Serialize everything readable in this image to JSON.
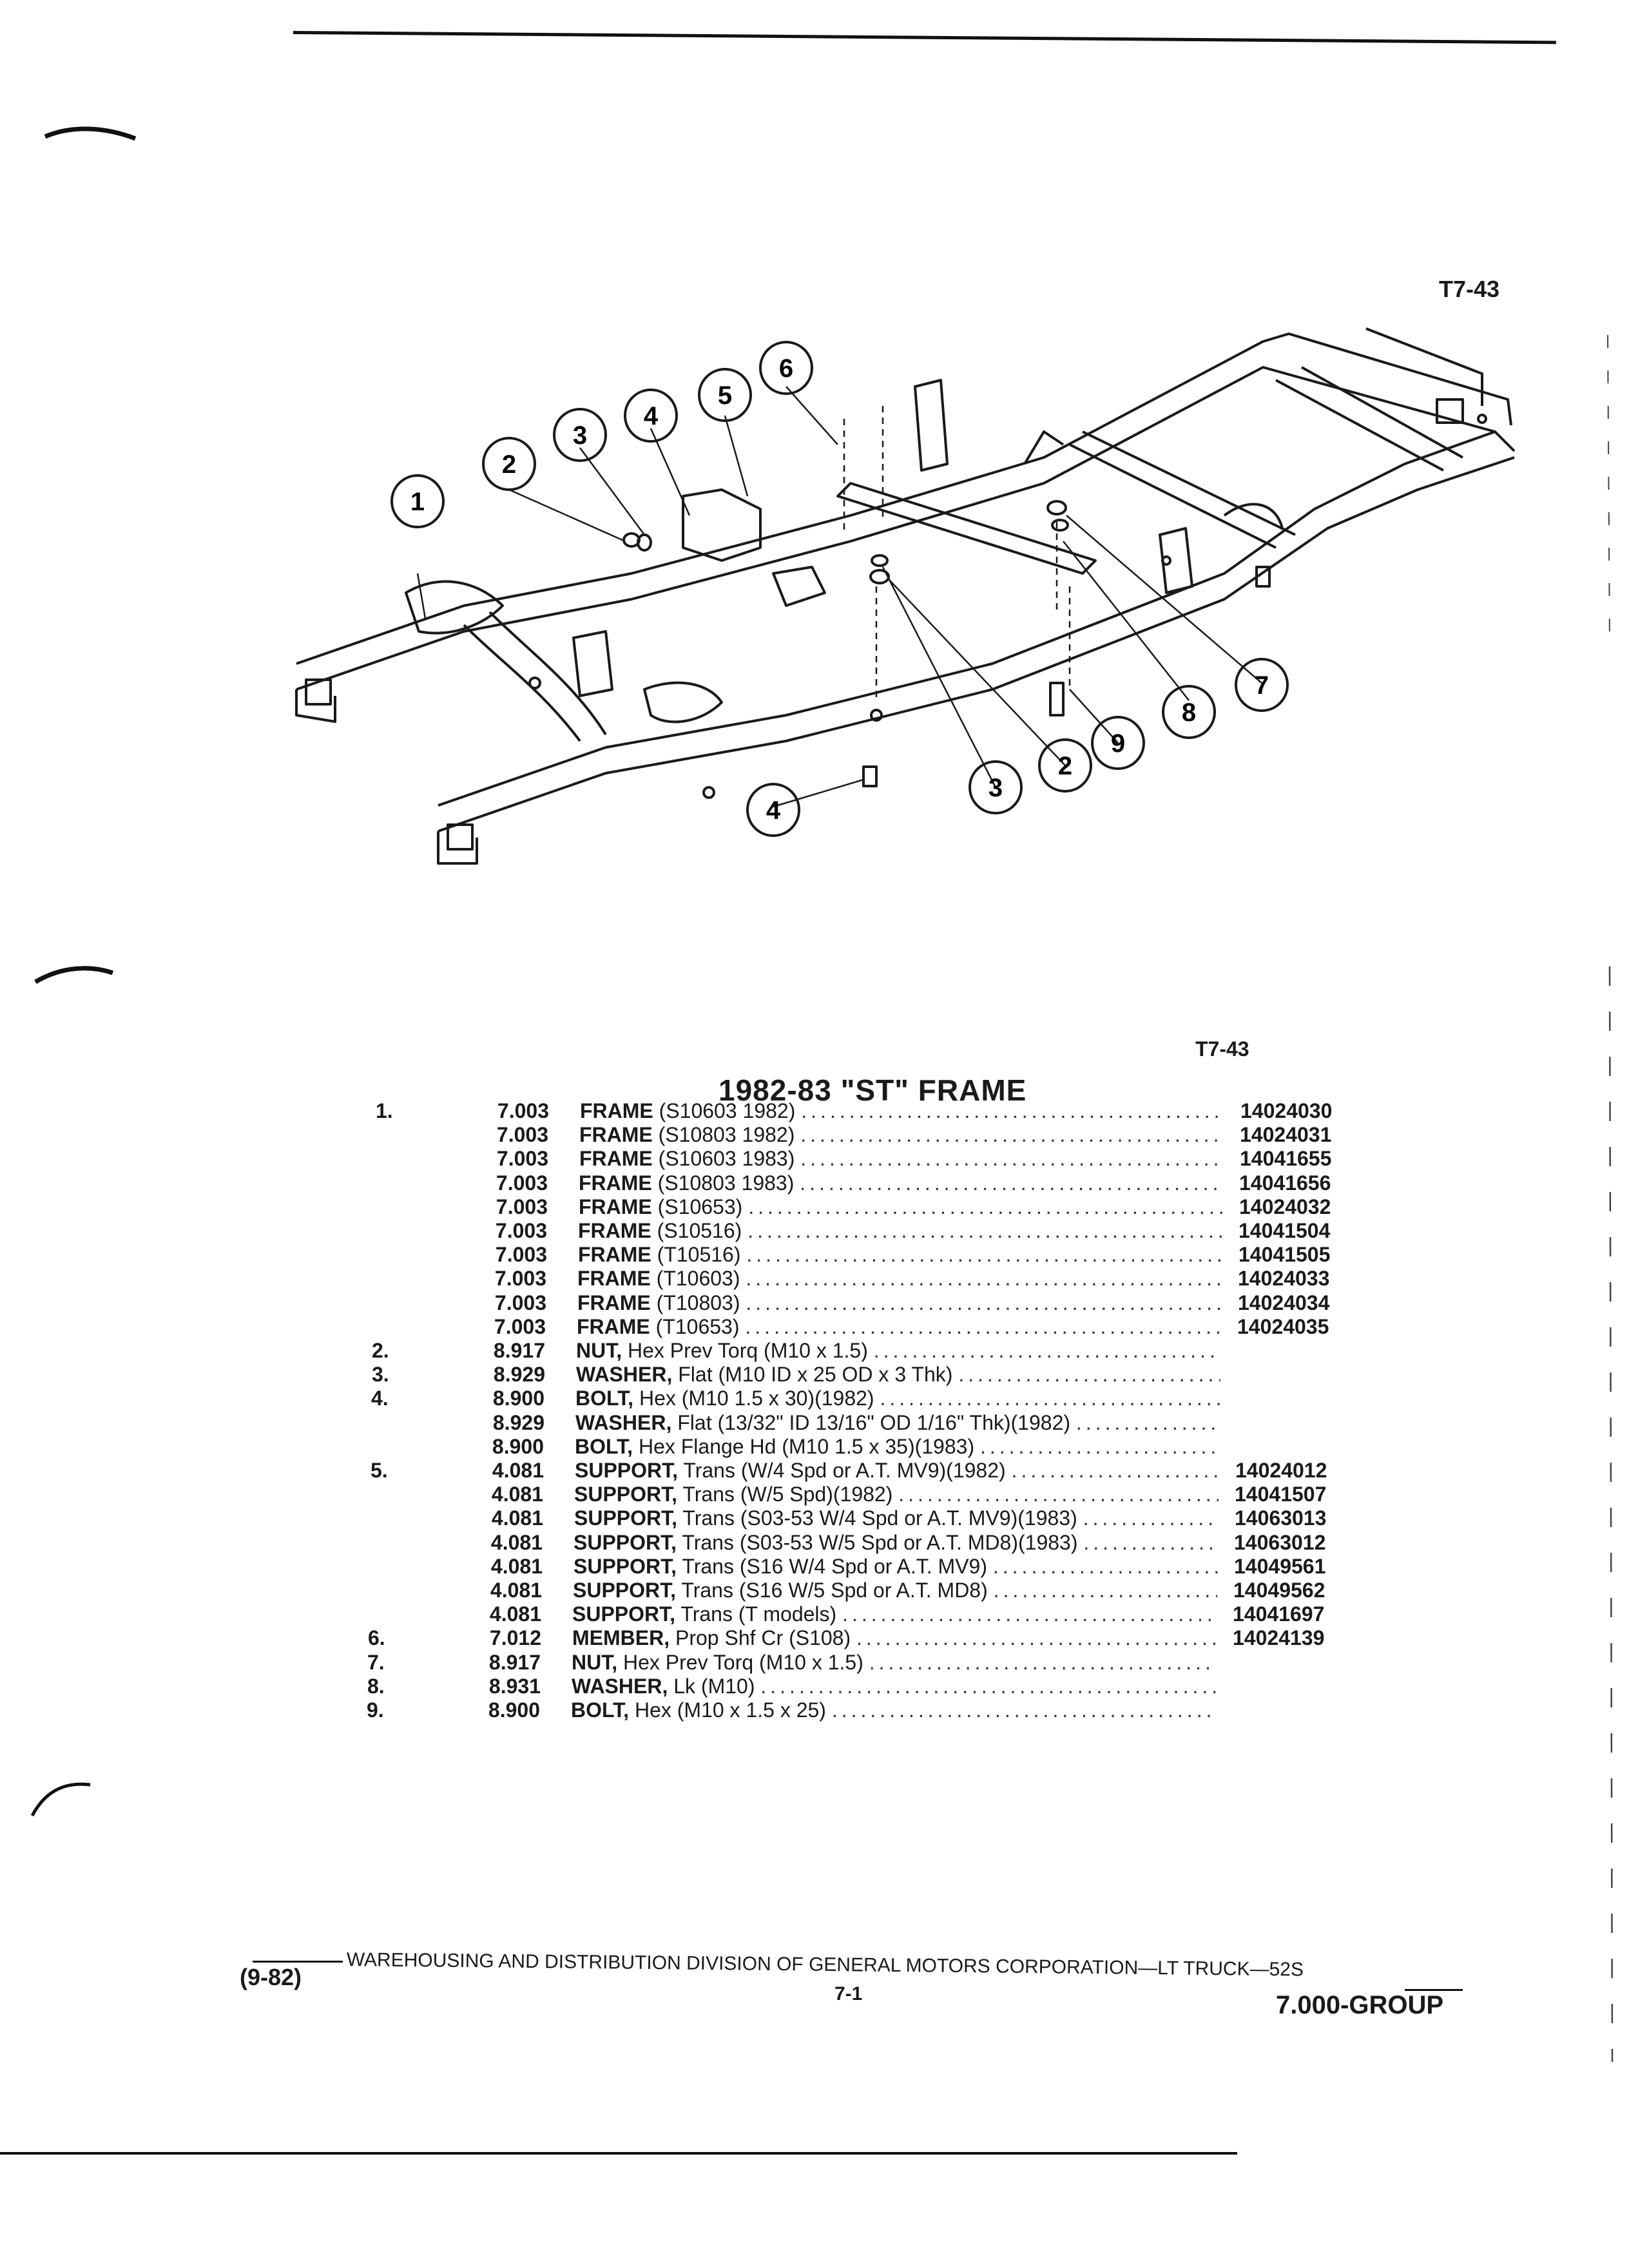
{
  "header": {
    "figure_code_top": "T7-43",
    "figure_code_bottom": "T7-43"
  },
  "title": "1982-83 \"ST\" FRAME",
  "callouts": [
    "1",
    "2",
    "3",
    "4",
    "5",
    "6",
    "7",
    "8",
    "9",
    "2",
    "3",
    "4"
  ],
  "parts": [
    {
      "item": "1.",
      "group": "7.003",
      "name": "FRAME",
      "spec": "(S10603 1982)",
      "part": "14024030"
    },
    {
      "item": "",
      "group": "7.003",
      "name": "FRAME",
      "spec": "(S10803 1982)",
      "part": "14024031"
    },
    {
      "item": "",
      "group": "7.003",
      "name": "FRAME",
      "spec": "(S10603 1983)",
      "part": "14041655"
    },
    {
      "item": "",
      "group": "7.003",
      "name": "FRAME",
      "spec": "(S10803 1983)",
      "part": "14041656"
    },
    {
      "item": "",
      "group": "7.003",
      "name": "FRAME",
      "spec": "(S10653)",
      "part": "14024032"
    },
    {
      "item": "",
      "group": "7.003",
      "name": "FRAME",
      "spec": "(S10516)",
      "part": "14041504"
    },
    {
      "item": "",
      "group": "7.003",
      "name": "FRAME",
      "spec": "(T10516)",
      "part": "14041505"
    },
    {
      "item": "",
      "group": "7.003",
      "name": "FRAME",
      "spec": "(T10603)",
      "part": "14024033"
    },
    {
      "item": "",
      "group": "7.003",
      "name": "FRAME",
      "spec": "(T10803)",
      "part": "14024034"
    },
    {
      "item": "",
      "group": "7.003",
      "name": "FRAME",
      "spec": "(T10653)",
      "part": "14024035"
    },
    {
      "item": "2.",
      "group": "8.917",
      "name": "NUT,",
      "spec": "Hex Prev Torq (M10 x 1.5)",
      "part": ""
    },
    {
      "item": "3.",
      "group": "8.929",
      "name": "WASHER,",
      "spec": "Flat (M10 ID x 25 OD x 3 Thk)",
      "part": ""
    },
    {
      "item": "4.",
      "group": "8.900",
      "name": "BOLT,",
      "spec": "Hex (M10 1.5 x 30)(1982)",
      "part": ""
    },
    {
      "item": "",
      "group": "8.929",
      "name": "WASHER,",
      "spec": "Flat (13/32\" ID 13/16\" OD 1/16\" Thk)(1982)",
      "part": ""
    },
    {
      "item": "",
      "group": "8.900",
      "name": "BOLT,",
      "spec": "Hex Flange Hd (M10 1.5 x 35)(1983)",
      "part": ""
    },
    {
      "item": "5.",
      "group": "4.081",
      "name": "SUPPORT,",
      "spec": "Trans (W/4 Spd or A.T. MV9)(1982)",
      "part": "14024012"
    },
    {
      "item": "",
      "group": "4.081",
      "name": "SUPPORT,",
      "spec": "Trans (W/5 Spd)(1982)",
      "part": "14041507"
    },
    {
      "item": "",
      "group": "4.081",
      "name": "SUPPORT,",
      "spec": "Trans (S03-53 W/4 Spd or A.T. MV9)(1983)",
      "part": "14063013"
    },
    {
      "item": "",
      "group": "4.081",
      "name": "SUPPORT,",
      "spec": "Trans (S03-53 W/5 Spd or A.T. MD8)(1983)",
      "part": "14063012"
    },
    {
      "item": "",
      "group": "4.081",
      "name": "SUPPORT,",
      "spec": "Trans (S16 W/4 Spd or A.T. MV9)",
      "part": "14049561"
    },
    {
      "item": "",
      "group": "4.081",
      "name": "SUPPORT,",
      "spec": "Trans (S16 W/5 Spd or A.T. MD8)",
      "part": "14049562"
    },
    {
      "item": "",
      "group": "4.081",
      "name": "SUPPORT,",
      "spec": "Trans (T models)",
      "part": "14041697"
    },
    {
      "item": "6.",
      "group": "7.012",
      "name": "MEMBER,",
      "spec": "Prop Shf Cr (S108)",
      "part": "14024139"
    },
    {
      "item": "7.",
      "group": "8.917",
      "name": "NUT,",
      "spec": "Hex Prev Torq (M10 x 1.5)",
      "part": ""
    },
    {
      "item": "8.",
      "group": "8.931",
      "name": "WASHER,",
      "spec": "Lk (M10)",
      "part": ""
    },
    {
      "item": "9.",
      "group": "8.900",
      "name": "BOLT,",
      "spec": "Hex (M10 x 1.5 x 25)",
      "part": ""
    }
  ],
  "footer": {
    "date": "(9-82)",
    "division": "WAREHOUSING AND DISTRIBUTION  DIVISION OF GENERAL MOTORS CORPORATION—LT TRUCK—52S",
    "page": "7-1",
    "group": "7.000-GROUP"
  }
}
